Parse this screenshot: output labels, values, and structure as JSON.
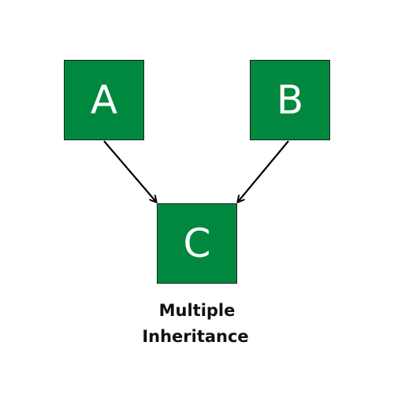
{
  "colors": {
    "node_fill": "#00883f",
    "node_text": "#ffffff",
    "arrow": "#000000",
    "caption_text": "#111111"
  },
  "nodes": {
    "a": {
      "label": "A"
    },
    "b": {
      "label": "B"
    },
    "c": {
      "label": "C"
    }
  },
  "edges": [
    {
      "from": "A",
      "to": "C"
    },
    {
      "from": "B",
      "to": "C"
    }
  ],
  "caption": {
    "line1": "Multiple",
    "line2": "Inheritance"
  }
}
